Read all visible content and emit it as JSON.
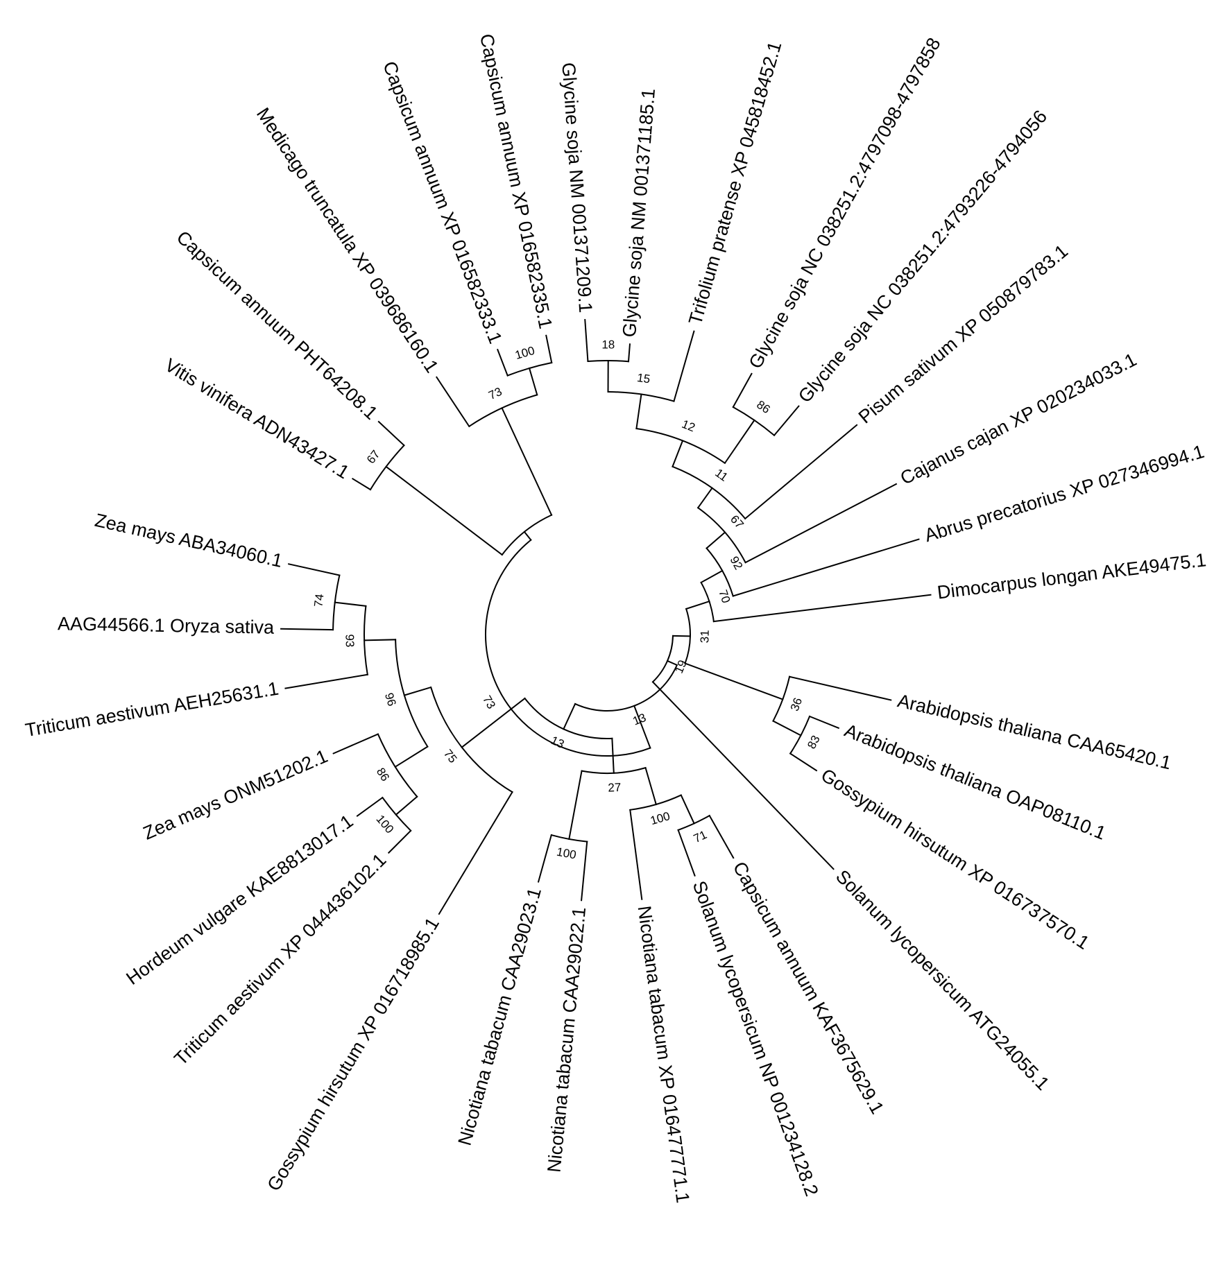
{
  "tree": {
    "leaves": [
      {
        "id": "L1",
        "label": "Glycine soja NM 001371209.1"
      },
      {
        "id": "L2",
        "label": "Glycine soja NM 001371185.1"
      },
      {
        "id": "L3",
        "label": "Trifolium pratense XP 045818452.1"
      },
      {
        "id": "L4",
        "label": "Glycine soja NC 038251.2:4797098-4797858"
      },
      {
        "id": "L5",
        "label": "Glycine soja NC 038251.2:4793226-4794056"
      },
      {
        "id": "L6",
        "label": "Pisum sativum XP 050879783.1"
      },
      {
        "id": "L7",
        "label": "Cajanus cajan XP 020234033.1"
      },
      {
        "id": "L8",
        "label": "Abrus precatorius XP 027346994.1"
      },
      {
        "id": "L9",
        "label": "Dimocarpus longan AKE49475.1"
      },
      {
        "id": "L10",
        "label": "Arabidopsis thaliana CAA65420.1"
      },
      {
        "id": "L11",
        "label": "Arabidopsis thaliana OAP08110.1"
      },
      {
        "id": "L12",
        "label": "Gossypium hirsutum XP 016737570.1"
      },
      {
        "id": "L13",
        "label": "Solanum lycopersicum ATG24055.1"
      },
      {
        "id": "L14",
        "label": "Capsicum annuum KAF3675629.1"
      },
      {
        "id": "L15",
        "label": "Solanum lycopersicum NP 001234128.2"
      },
      {
        "id": "L16",
        "label": "Nicotiana tabacum XP 016477771.1"
      },
      {
        "id": "L17",
        "label": "Nicotiana tabacum CAA29022.1"
      },
      {
        "id": "L18",
        "label": "Nicotiana tabacum CAA29023.1"
      },
      {
        "id": "L19",
        "label": "Gossypium hirsutum XP 016718985.1"
      },
      {
        "id": "L20",
        "label": "Triticum aestivum XP 044436102.1"
      },
      {
        "id": "L21",
        "label": "Hordeum vulgare KAE8813017.1"
      },
      {
        "id": "L22",
        "label": "Zea mays ONM51202.1"
      },
      {
        "id": "L23",
        "label": "Triticum aestivum AEH25631.1"
      },
      {
        "id": "L24",
        "label": "AAG44566.1 Oryza sativa"
      },
      {
        "id": "L25",
        "label": "Zea mays ABA34060.1"
      },
      {
        "id": "L26",
        "label": "Vitis vinifera ADN43427.1"
      },
      {
        "id": "L27",
        "label": "Capsicum annuum PHT64208.1"
      },
      {
        "id": "L28",
        "label": "Medicago truncatula XP 039686160.1"
      },
      {
        "id": "L29",
        "label": "Capsicum annuum XP 016582333.1"
      },
      {
        "id": "L30",
        "label": "Capsicum annuum XP 016582335.1"
      }
    ],
    "clades": [
      {
        "id": "n1",
        "children": [
          "L1",
          "L2"
        ],
        "support": "18"
      },
      {
        "id": "n2",
        "children": [
          "n1",
          "L3"
        ],
        "support": "15"
      },
      {
        "id": "n3",
        "children": [
          "L4",
          "L5"
        ],
        "support": "86"
      },
      {
        "id": "n4",
        "children": [
          "n2",
          "n3"
        ],
        "support": "12"
      },
      {
        "id": "n5",
        "children": [
          "n4",
          "L6"
        ],
        "support": "11"
      },
      {
        "id": "n6",
        "children": [
          "n5",
          "L7"
        ],
        "support": "67"
      },
      {
        "id": "n7",
        "children": [
          "n6",
          "L8"
        ],
        "support": "92"
      },
      {
        "id": "n8",
        "children": [
          "n7",
          "L9"
        ],
        "support": "70"
      },
      {
        "id": "n9",
        "children": [
          "L11",
          "L12"
        ],
        "support": "83"
      },
      {
        "id": "n10",
        "children": [
          "L10",
          "n9"
        ],
        "support": "36"
      },
      {
        "id": "n11",
        "children": [
          "n8",
          "n10"
        ],
        "support": "31"
      },
      {
        "id": "n12",
        "children": [
          "n11",
          "L13"
        ],
        "support": "19"
      },
      {
        "id": "n13",
        "children": [
          "L14",
          "L15"
        ],
        "support": "71"
      },
      {
        "id": "n14",
        "children": [
          "n13",
          "L16"
        ],
        "support": "100"
      },
      {
        "id": "n15",
        "children": [
          "L17",
          "L18"
        ],
        "support": "100"
      },
      {
        "id": "n16",
        "children": [
          "n14",
          "n15"
        ],
        "support": "27"
      },
      {
        "id": "n17",
        "children": [
          "L20",
          "L21"
        ],
        "support": "100"
      },
      {
        "id": "n18",
        "children": [
          "n17",
          "L22"
        ],
        "support": "86"
      },
      {
        "id": "n19",
        "children": [
          "L24",
          "L25"
        ],
        "support": "74"
      },
      {
        "id": "n20",
        "children": [
          "n19",
          "L23"
        ],
        "support": "93"
      },
      {
        "id": "n21",
        "children": [
          "n20",
          "n18"
        ],
        "support": "96"
      },
      {
        "id": "n22",
        "children": [
          "n21",
          "L19"
        ],
        "support": "75"
      },
      {
        "id": "n23",
        "children": [
          "n16",
          "n22"
        ],
        "support": "13"
      },
      {
        "id": "n24",
        "children": [
          "n12",
          "n23"
        ],
        "support": "13"
      },
      {
        "id": "n25",
        "children": [
          "L29",
          "L30"
        ],
        "support": "100"
      },
      {
        "id": "n26",
        "children": [
          "L28",
          "n25"
        ],
        "support": "73"
      },
      {
        "id": "n27",
        "children": [
          "L26",
          "L27"
        ],
        "support": "67"
      },
      {
        "id": "n28",
        "children": [
          "n27",
          "n26"
        ],
        "support": ""
      },
      {
        "id": "n29",
        "children": [
          "n24",
          "n28"
        ],
        "support": "73"
      }
    ],
    "root": "n29"
  }
}
